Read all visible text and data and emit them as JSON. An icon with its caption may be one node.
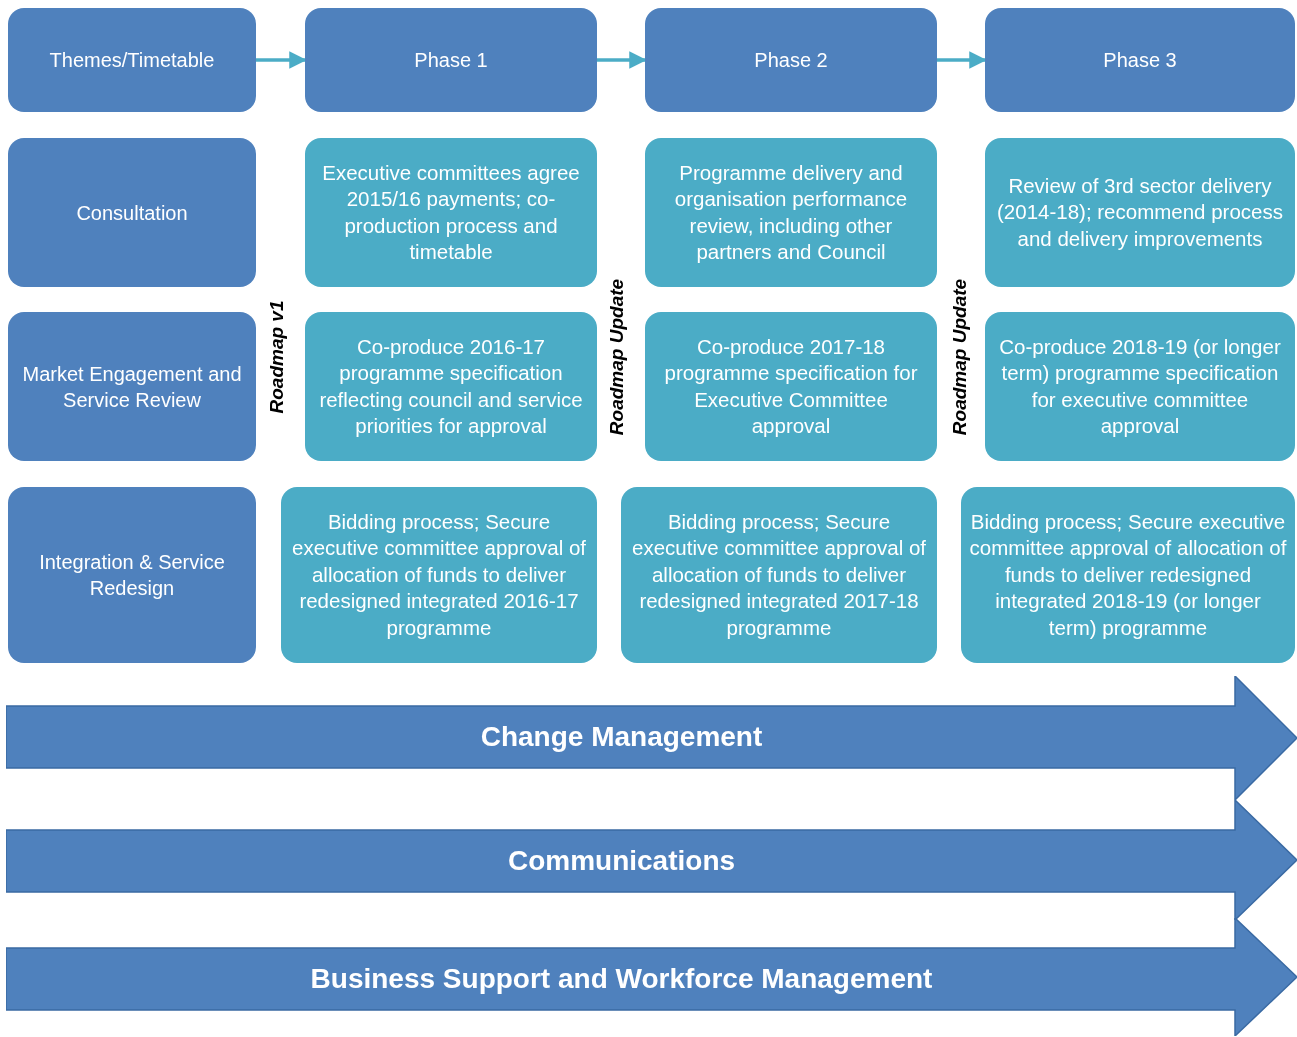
{
  "diagram": {
    "nodes": [
      {
        "text": [
          "Themes/Timetable"
        ]
      },
      {
        "text": [
          "Phase 1"
        ]
      },
      {
        "text": [
          "Phase 2"
        ]
      },
      {
        "text": [
          "Phase 3"
        ]
      },
      {
        "text": [
          "Consultation"
        ]
      },
      {
        "text": [
          "Executive committees agree 2015/16 payments; co-production process and timetable"
        ]
      },
      {
        "text": [
          "Programme delivery and organisation performance review, including other partners and Council"
        ]
      },
      {
        "text": [
          "Review of 3rd sector delivery (2014-18); recommend process and delivery improvements"
        ]
      },
      {
        "text": [
          "Market Engagement and Service Review"
        ]
      },
      {
        "text": [
          "Co-produce 2016-17 programme specification reflecting council and service priorities for approval"
        ]
      },
      {
        "text": [
          "Co-produce 2017-18 programme specification for Executive Committee approval"
        ]
      },
      {
        "text": [
          "Co-produce 2018-19 (or longer term) programme specification for executive committee approval"
        ]
      },
      {
        "text": [
          "Integration & Service Redesign"
        ]
      },
      {
        "text": [
          "Bidding process; Secure executive committee approval of allocation of funds to deliver redesigned integrated 2016-17 programme"
        ]
      },
      {
        "text": [
          "Bidding process; Secure executive committee approval of allocation of funds to deliver redesigned integrated 2017-18 programme"
        ]
      },
      {
        "text": [
          "Bidding process; Secure executive committee approval of allocation of funds to deliver redesigned integrated 2018-19 (or longer term) programme"
        ]
      },
      {
        "text": [
          "Change Management"
        ]
      },
      {
        "text": [
          "Communications"
        ]
      },
      {
        "text": [
          "Business Support and Workforce Management"
        ]
      }
    ],
    "edges": [
      {
        "from": 0,
        "to": 1,
        "arrow": "to"
      },
      {
        "from": 1,
        "to": 2,
        "arrow": "to"
      },
      {
        "from": 2,
        "to": 3,
        "arrow": "to"
      }
    ],
    "labels": [
      "Roadmap v1",
      "Roadmap Update",
      "Roadmap Update"
    ]
  }
}
